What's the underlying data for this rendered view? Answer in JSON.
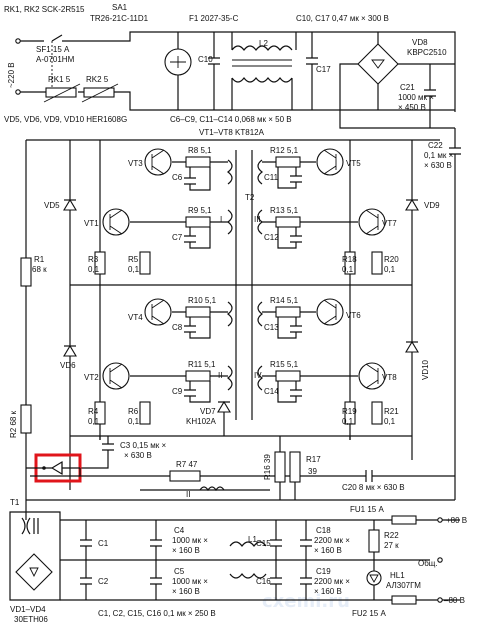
{
  "header": {
    "rk_title": "RK1, RK2 SCK-2R515",
    "sa_title": "SA1",
    "sa_part": "TR26-21C-11D1",
    "f1": "F1 2027-35-C",
    "c10c17": "C10, C17 0,47 мк × 300 В",
    "vd8": "VD8",
    "vd8_part": "KBPC2510",
    "mains": "~220 В",
    "sf1": "SF1 15 А",
    "sf1_part": "A-0701HM",
    "rk1": "RK1 5",
    "rk2": "RK2 5",
    "l2": "L2",
    "c10": "C10",
    "c17": "C17",
    "c21": "C21",
    "c21_val": "1000 мк ×",
    "c21_val2": "× 450 В",
    "vd_note": "VD5, VD6, VD9, VD10 HER1608G",
    "c_note": "C6–C9, C11–C14 0,068 мк × 50 В",
    "vt_note": "VT1–VT8 KT812A",
    "c22": "C22",
    "c22_val": "0,1 мк ×",
    "c22_val2": "× 630 В"
  },
  "labels": {
    "vt1": "VT1",
    "vt2": "VT2",
    "vt3": "VT3",
    "vt4": "VT4",
    "vt5": "VT5",
    "vt6": "VT6",
    "vt7": "VT7",
    "vt8": "VT8",
    "r8": "R8 5,1",
    "r9": "R9 5,1",
    "r10": "R10 5,1",
    "r11": "R11 5,1",
    "r12": "R12 5,1",
    "r13": "R13 5,1",
    "r14": "R14 5,1",
    "r15": "R15 5,1",
    "c6": "C6",
    "c7": "C7",
    "c8": "C8",
    "c9": "C9",
    "c11": "C11",
    "c12": "C12",
    "c13": "C13",
    "c14": "C14",
    "r3": "R3",
    "r5": "R5",
    "r4": "R4",
    "r6": "R6",
    "r18": "R18",
    "r20": "R20",
    "r19": "R19",
    "r21": "R21",
    "val01": "0,1",
    "vd5": "VD5",
    "vd6": "VD6",
    "vd9": "VD9",
    "vd10": "VD10",
    "r1": "R1",
    "r1_val": "68 к",
    "r2": "R2 68 к",
    "t2": "T2",
    "vd7": "VD7",
    "vd7_part": "KH102A",
    "c3": "C3 0,15 мк ×",
    "c3_val": "× 630 В",
    "r7": "R7 47",
    "r16": "R16 39",
    "r17": "R17",
    "r17_val": "39",
    "c20": "C20 8 мк × 630 В",
    "roman_i": "I",
    "roman_ii": "II",
    "roman_iii": "III",
    "roman_iv": "IV"
  },
  "psu": {
    "t1": "T1",
    "fu1": "FU1 15 А",
    "fu2": "FU2 15 А",
    "plus80": "+80 В",
    "minus80": "–80 В",
    "common": "Общ.",
    "c1": "C1",
    "c2": "C2",
    "c4": "C4",
    "c4_val": "1000 мк ×",
    "c4_val2": "× 160 В",
    "c5": "C5",
    "c5_val": "1000 мк ×",
    "c5_val2": "× 160 В",
    "l1": "L1",
    "c15": "C15",
    "c16": "C16",
    "c18": "C18",
    "c18_val": "2200 мк ×",
    "c18_val2": "× 160 В",
    "c19": "C19",
    "c19_val": "2200 мк ×",
    "c19_val2": "× 160 В",
    "r22": "R22",
    "r22_val": "27 к",
    "hl1": "HL1",
    "hl1_part": "АЛ307ГМ",
    "vd14": "VD1–VD4",
    "vd14_part": "30ETH06",
    "cnote": "C1, C2, C15, C16 0,1 мк × 250 В"
  },
  "watermark": "cxemi.ru",
  "colors": {
    "highlight": "#e0151b"
  }
}
